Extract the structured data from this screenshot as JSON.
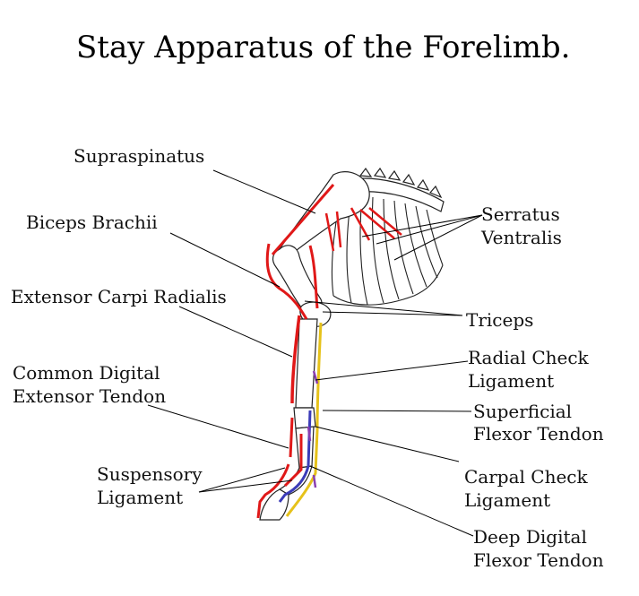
{
  "title": "Stay Apparatus of the Forelimb.",
  "labels": {
    "supraspinatus": "Supraspinatus",
    "biceps_brachii": "Biceps Brachii",
    "extensor_carpi_radialis": "Extensor Carpi Radialis",
    "common_digital_extensor_line1": "Common Digital",
    "common_digital_extensor_line2": "Extensor Tendon",
    "suspensory_line1": "Suspensory",
    "suspensory_line2": "Ligament",
    "serratus_line1": "Serratus",
    "serratus_line2": "Ventralis",
    "triceps": "Triceps",
    "radial_check_line1": "Radial Check",
    "radial_check_line2": "Ligament",
    "superficial_flexor_line1": "Superficial",
    "superficial_flexor_line2": "Flexor Tendon",
    "carpal_check_line1": "Carpal Check",
    "carpal_check_line2": "Ligament",
    "deep_digital_flexor_line1": "Deep Digital",
    "deep_digital_flexor_line2": "Flexor Tendon"
  },
  "colors": {
    "muscle": "#e01818",
    "deep_flexor": "#3b3bb8",
    "superficial_flexor": "#e6c21a",
    "check_ligament": "#8a3fb0",
    "outline": "#222222"
  }
}
